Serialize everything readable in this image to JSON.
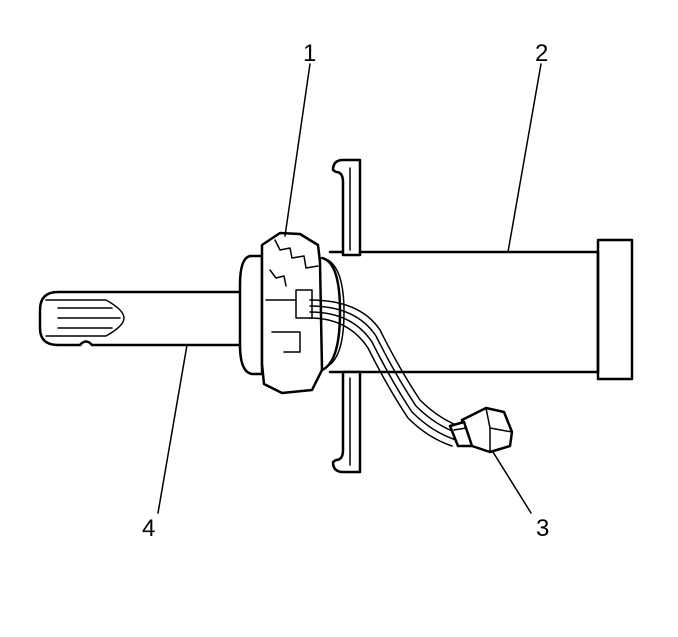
{
  "callouts": [
    {
      "id": "1",
      "label": "1",
      "part": "clockspring-ring"
    },
    {
      "id": "2",
      "label": "2",
      "part": "steering-column-housing"
    },
    {
      "id": "3",
      "label": "3",
      "part": "electrical-connector"
    },
    {
      "id": "4",
      "label": "4",
      "part": "steering-shaft"
    }
  ],
  "colors": {
    "line": "#000000",
    "background": "#ffffff"
  }
}
